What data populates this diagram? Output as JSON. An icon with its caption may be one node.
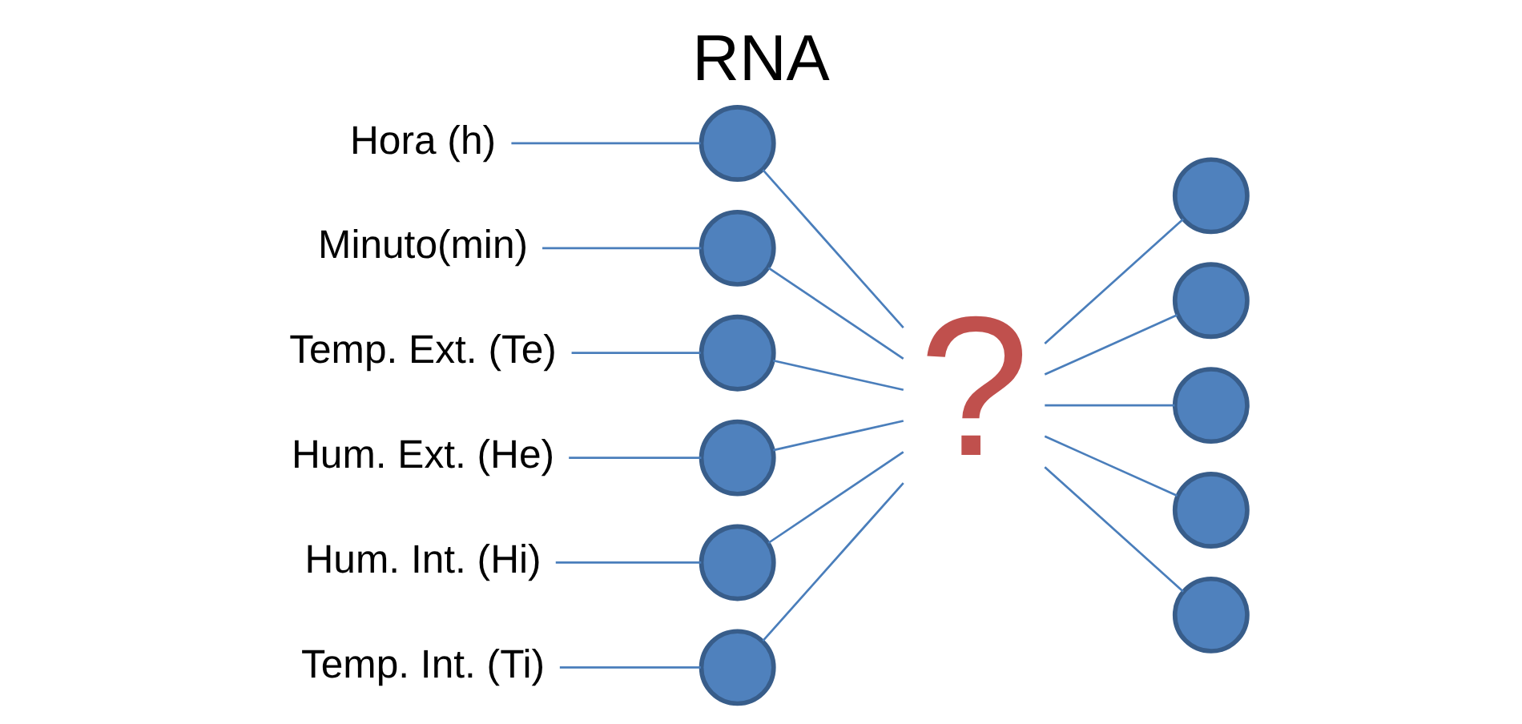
{
  "diagram": {
    "title": "RNA",
    "nodes": [
      {
        "text": [
          "Hora (h)"
        ]
      },
      {
        "text": [
          "Minuto(min)"
        ]
      },
      {
        "text": [
          "Temp. Ext. (Te)"
        ]
      },
      {
        "text": [
          "Hum. Ext. (He)"
        ]
      },
      {
        "text": [
          "Hum. Int. (Hi)"
        ]
      },
      {
        "text": [
          "Temp. Int. (Ti)"
        ]
      },
      {
        "text": [],
        "shape": "circle"
      },
      {
        "text": [],
        "shape": "circle"
      },
      {
        "text": [],
        "shape": "circle"
      },
      {
        "text": [],
        "shape": "circle"
      },
      {
        "text": [],
        "shape": "circle"
      },
      {
        "text": [],
        "shape": "circle"
      },
      {
        "text": [
          "?"
        ]
      },
      {
        "text": [],
        "shape": "circle"
      },
      {
        "text": [],
        "shape": "circle"
      },
      {
        "text": [],
        "shape": "circle"
      },
      {
        "text": [],
        "shape": "circle"
      },
      {
        "text": [],
        "shape": "circle"
      }
    ],
    "edges": [
      {
        "from": 0,
        "to": 6,
        "arrow": "none"
      },
      {
        "from": 1,
        "to": 7,
        "arrow": "none"
      },
      {
        "from": 2,
        "to": 8,
        "arrow": "none"
      },
      {
        "from": 3,
        "to": 9,
        "arrow": "none"
      },
      {
        "from": 4,
        "to": 10,
        "arrow": "none"
      },
      {
        "from": 5,
        "to": 11,
        "arrow": "none"
      },
      {
        "from": 6,
        "to": 12,
        "arrow": "none"
      },
      {
        "from": 7,
        "to": 12,
        "arrow": "none"
      },
      {
        "from": 8,
        "to": 12,
        "arrow": "none"
      },
      {
        "from": 9,
        "to": 12,
        "arrow": "none"
      },
      {
        "from": 10,
        "to": 12,
        "arrow": "none"
      },
      {
        "from": 11,
        "to": 12,
        "arrow": "none"
      },
      {
        "from": 12,
        "to": 13,
        "arrow": "none"
      },
      {
        "from": 12,
        "to": 14,
        "arrow": "none"
      },
      {
        "from": 12,
        "to": 15,
        "arrow": "none"
      },
      {
        "from": 12,
        "to": 16,
        "arrow": "none"
      },
      {
        "from": 12,
        "to": 17,
        "arrow": "none"
      }
    ]
  }
}
